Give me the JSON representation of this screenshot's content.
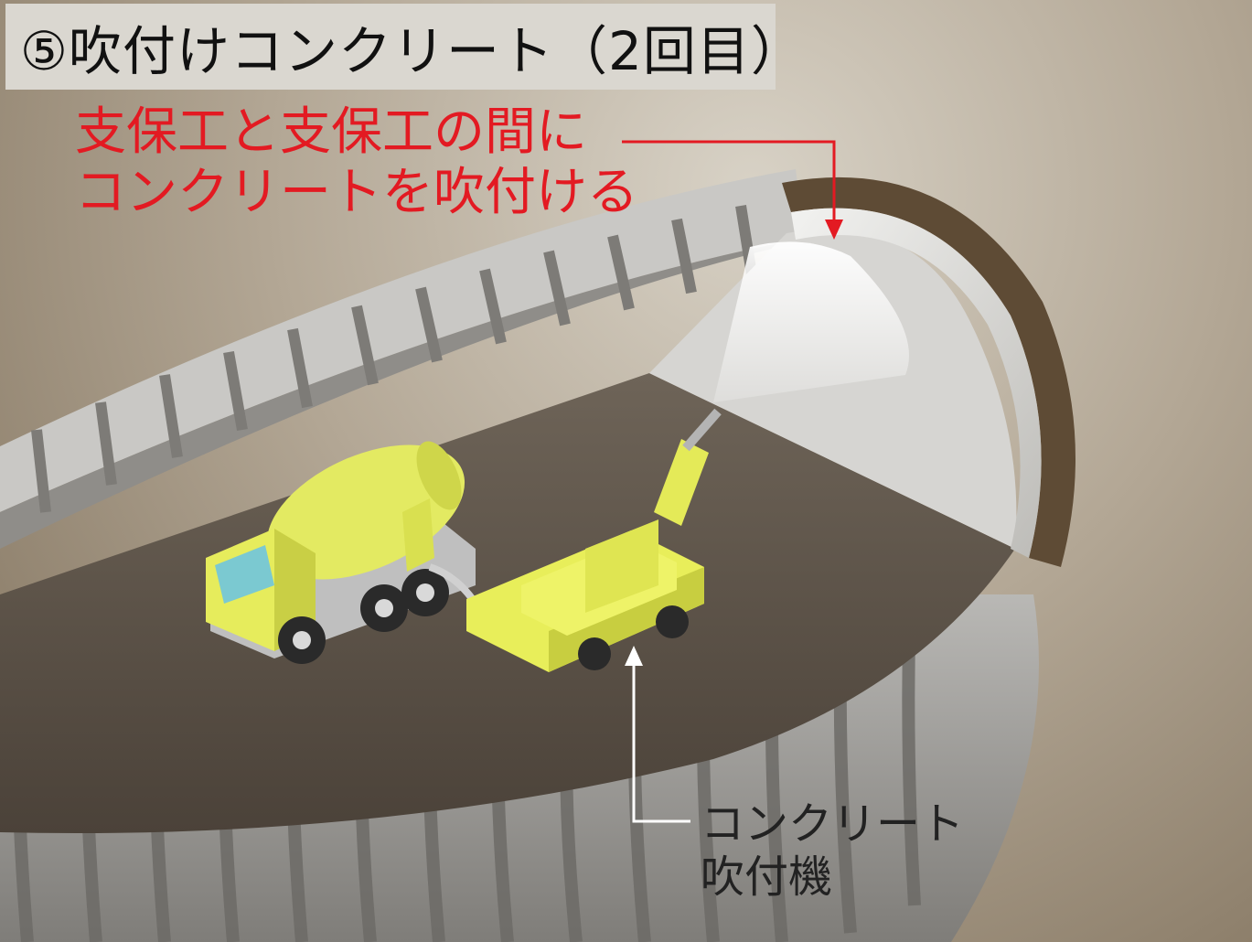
{
  "title": "⑤吹付けコンクリート（2回目）",
  "callout": {
    "line1": "支保工と支保工の間に",
    "line2": "コンクリートを吹付ける"
  },
  "machine_label": {
    "line1": "コンクリート",
    "line2": "吹付機"
  },
  "colors": {
    "callout_text": "#e31a22",
    "vehicle_yellow": "#e8ee5a",
    "tunnel_lining": "#9a9894",
    "tunnel_floor": "#5e5348"
  }
}
